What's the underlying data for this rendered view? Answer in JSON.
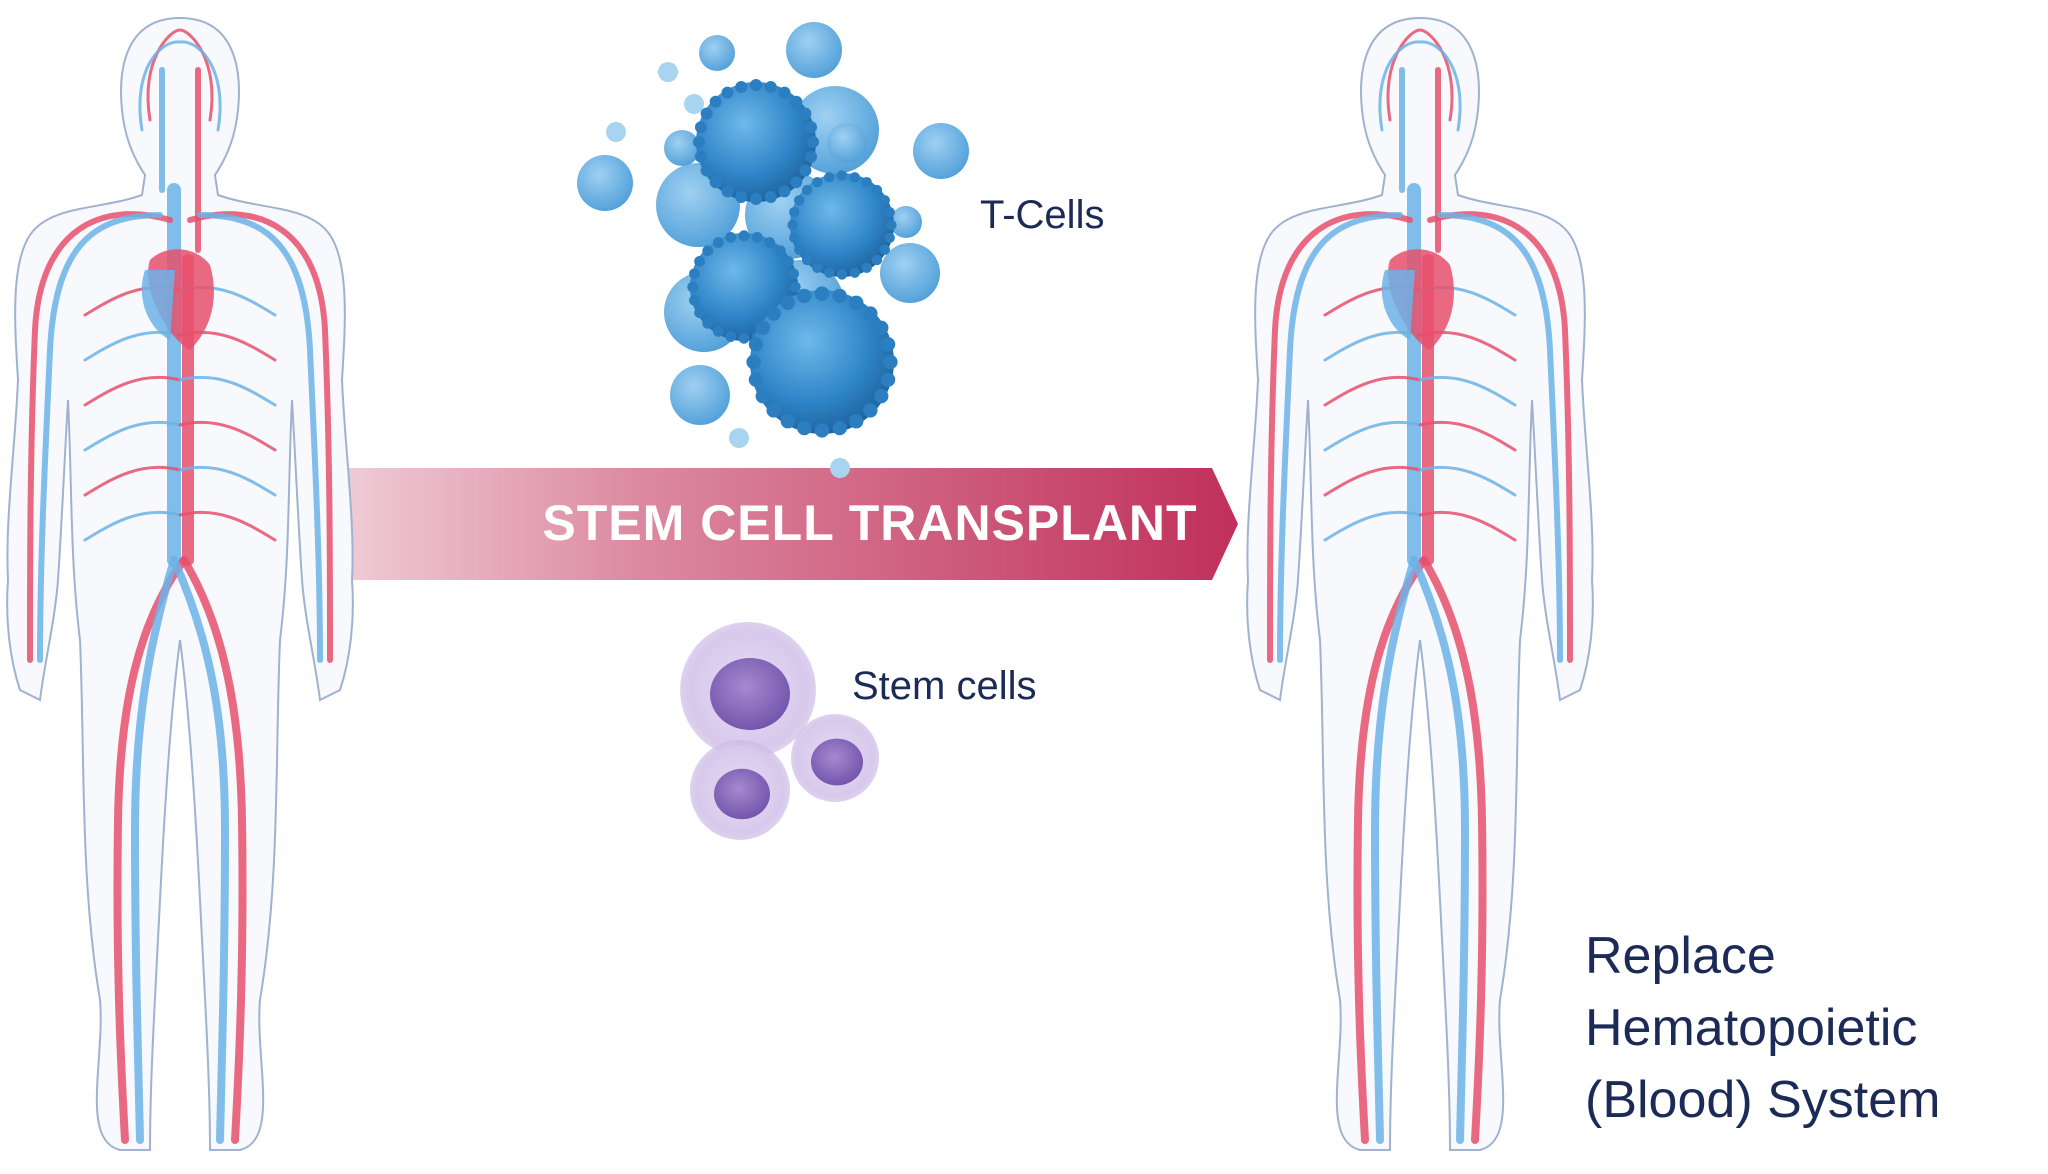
{
  "arrow": {
    "label": "STEM CELL TRANSPLANT",
    "color_start": "#f1d3dc",
    "color_end": "#c0305a"
  },
  "cells": {
    "tcells_label": "T-Cells",
    "stem_cells_label": "Stem cells",
    "tcell_color": "#2f86c8",
    "stem_cell_color": "#8a6bb8"
  },
  "right_caption": {
    "lines": [
      "Replace",
      "Hematopoietic",
      "(Blood) System"
    ]
  },
  "figures": {
    "artery_color": "#e8506c",
    "vein_color": "#6cb3e6",
    "outline_color": "#9fb2d0"
  }
}
